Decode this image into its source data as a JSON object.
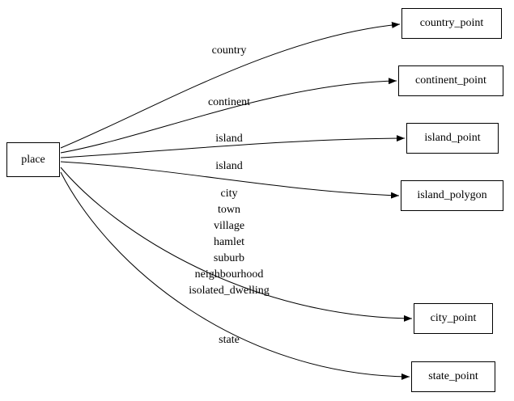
{
  "diagram": {
    "title": "place mapping graph",
    "colors": {
      "background": "#ffffff",
      "foreground": "#000000"
    },
    "nodes": {
      "place": {
        "label": "place"
      },
      "country_point": {
        "label": "country_point"
      },
      "continent_point": {
        "label": "continent_point"
      },
      "island_point": {
        "label": "island_point"
      },
      "island_polygon": {
        "label": "island_polygon"
      },
      "city_point": {
        "label": "city_point"
      },
      "state_point": {
        "label": "state_point"
      }
    },
    "edges": [
      {
        "from": "place",
        "to": "country_point",
        "label": "country"
      },
      {
        "from": "place",
        "to": "continent_point",
        "label": "continent"
      },
      {
        "from": "place",
        "to": "island_point",
        "label": "island"
      },
      {
        "from": "place",
        "to": "island_polygon",
        "label": "island"
      },
      {
        "from": "place",
        "to": "city_point",
        "label": "city\ntown\nvillage\nhamlet\nsuburb\nneighbourhood\nisolated_dwelling"
      },
      {
        "from": "place",
        "to": "state_point",
        "label": "state"
      }
    ]
  }
}
